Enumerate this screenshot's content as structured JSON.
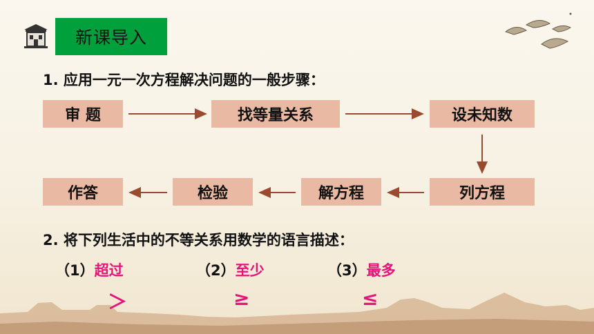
{
  "title": "新课导入",
  "section1": {
    "heading": "1. 应用一元一次方程解决问题的一般步骤："
  },
  "steps": {
    "s1": "审 题",
    "s2": "找等量关系",
    "s3": "设未知数",
    "s4": "列方程",
    "s5": "解方程",
    "s6": "检验",
    "s7": "作答"
  },
  "section2": {
    "heading": "2. 将下列生活中的不等关系用数学的语言描述："
  },
  "items": [
    {
      "num": "（1）",
      "word": "超过",
      "symbol": "＞"
    },
    {
      "num": "（2）",
      "word": "至少",
      "symbol": "≥"
    },
    {
      "num": "（3）",
      "word": "最多",
      "symbol": "≤"
    }
  ],
  "colors": {
    "badge": "#00a03c",
    "step_box": "#e9b9a3",
    "arrow": "#9a4a2e",
    "highlight": "#e4157a"
  },
  "icons": {
    "house": "house-icon",
    "birds": "birds-icon",
    "palace": "palace-silhouette-icon"
  }
}
